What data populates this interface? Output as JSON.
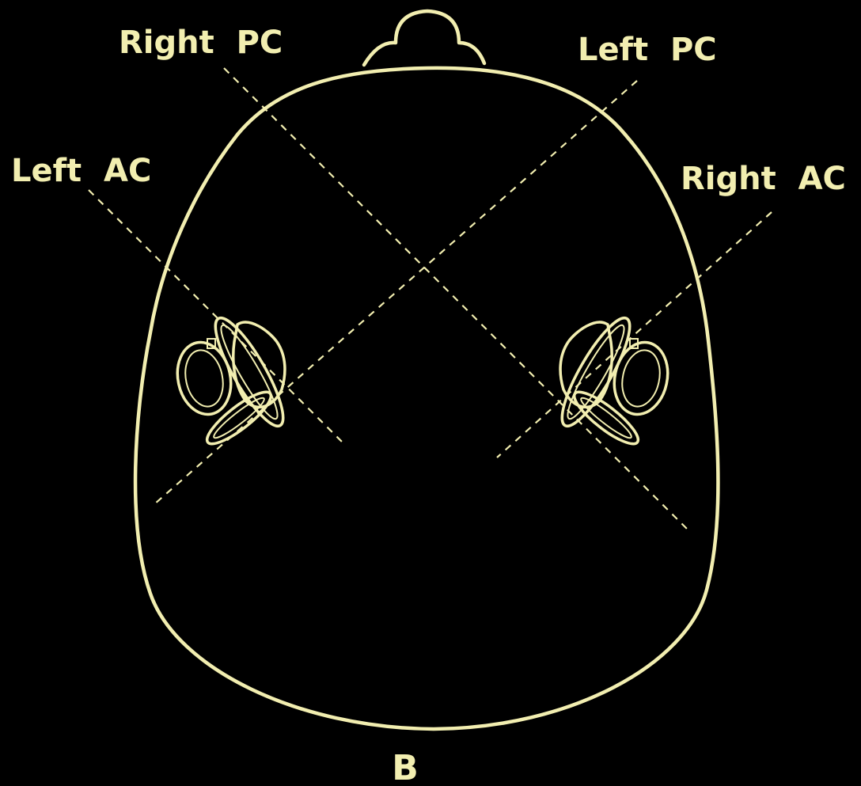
{
  "colors": {
    "background": "#000000",
    "line": "#f2eeb0"
  },
  "labels": {
    "right_pc": "Right  PC",
    "left_pc": "Left  PC",
    "left_ac": "Left  AC",
    "right_ac": "Right  AC"
  },
  "panel_letter": "B"
}
